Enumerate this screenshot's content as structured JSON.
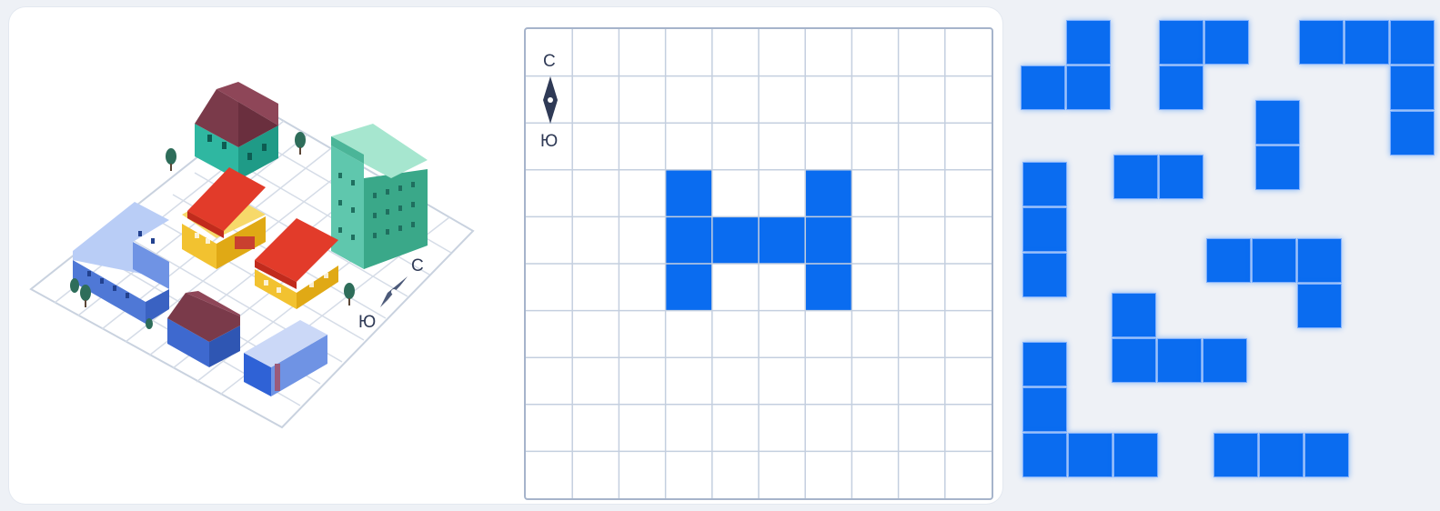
{
  "compass": {
    "north_label": "С",
    "south_label": "Ю"
  },
  "grid": {
    "rows": 10,
    "cols": 10,
    "filled_cells": [
      [
        3,
        3
      ],
      [
        3,
        6
      ],
      [
        4,
        3
      ],
      [
        4,
        4
      ],
      [
        4,
        5
      ],
      [
        4,
        6
      ],
      [
        5,
        3
      ],
      [
        5,
        6
      ]
    ]
  },
  "pieces": [
    {
      "name": "piece-s-corner",
      "cells": [
        [
          0,
          1
        ],
        [
          1,
          0
        ],
        [
          1,
          1
        ]
      ]
    },
    {
      "name": "piece-l-top",
      "cells": [
        [
          0,
          0
        ],
        [
          0,
          1
        ],
        [
          1,
          0
        ]
      ]
    },
    {
      "name": "piece-top-right",
      "cells": [
        [
          0,
          0
        ],
        [
          0,
          1
        ],
        [
          0,
          2
        ],
        [
          1,
          2
        ],
        [
          2,
          2
        ]
      ]
    },
    {
      "name": "piece-domino-vertical",
      "cells": [
        [
          0,
          0
        ],
        [
          1,
          0
        ]
      ]
    },
    {
      "name": "piece-domino-horizontal",
      "cells": [
        [
          0,
          0
        ],
        [
          0,
          1
        ]
      ]
    },
    {
      "name": "piece-tromino-vertical",
      "cells": [
        [
          0,
          0
        ],
        [
          1,
          0
        ],
        [
          2,
          0
        ]
      ]
    },
    {
      "name": "piece-l-hook",
      "cells": [
        [
          0,
          0
        ],
        [
          0,
          1
        ],
        [
          0,
          2
        ],
        [
          1,
          2
        ]
      ]
    },
    {
      "name": "piece-l-step",
      "cells": [
        [
          0,
          0
        ],
        [
          1,
          0
        ],
        [
          1,
          1
        ],
        [
          1,
          2
        ]
      ]
    },
    {
      "name": "piece-big-l",
      "cells": [
        [
          0,
          0
        ],
        [
          1,
          0
        ],
        [
          2,
          0
        ],
        [
          2,
          1
        ],
        [
          2,
          2
        ]
      ]
    },
    {
      "name": "piece-tromino-horizontal",
      "cells": [
        [
          0,
          0
        ],
        [
          0,
          1
        ],
        [
          0,
          2
        ]
      ]
    }
  ],
  "colors": {
    "piece_blue": "#0a6cf0",
    "grid_line": "#c4cfdf",
    "grid_border": "#a6b4cb"
  }
}
